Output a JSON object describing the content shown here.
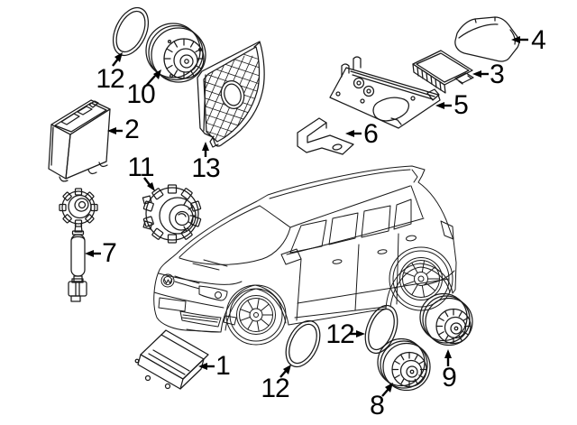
{
  "figure": {
    "background": "#ffffff",
    "line_color": "#1a1a1a",
    "label_color": "#000000"
  },
  "callouts": {
    "radio_unit": {
      "label": "1"
    },
    "amplifier_box": {
      "label": "2"
    },
    "control_module": {
      "label": "3"
    },
    "module_cover": {
      "label": "4"
    },
    "mounting_plate": {
      "label": "5"
    },
    "support_bracket": {
      "label": "6"
    },
    "antenna_mast": {
      "label": "7"
    },
    "rear_speaker_left": {
      "label": "8"
    },
    "rear_speaker_right": {
      "label": "9"
    },
    "front_door_speaker": {
      "label": "10"
    },
    "center_speaker": {
      "label": "11"
    },
    "trim_ring_front": {
      "label": "12"
    },
    "trim_ring_rear_left": {
      "label": "12"
    },
    "trim_ring_rear_center": {
      "label": "12"
    },
    "tweeter_grille": {
      "label": "13"
    }
  }
}
